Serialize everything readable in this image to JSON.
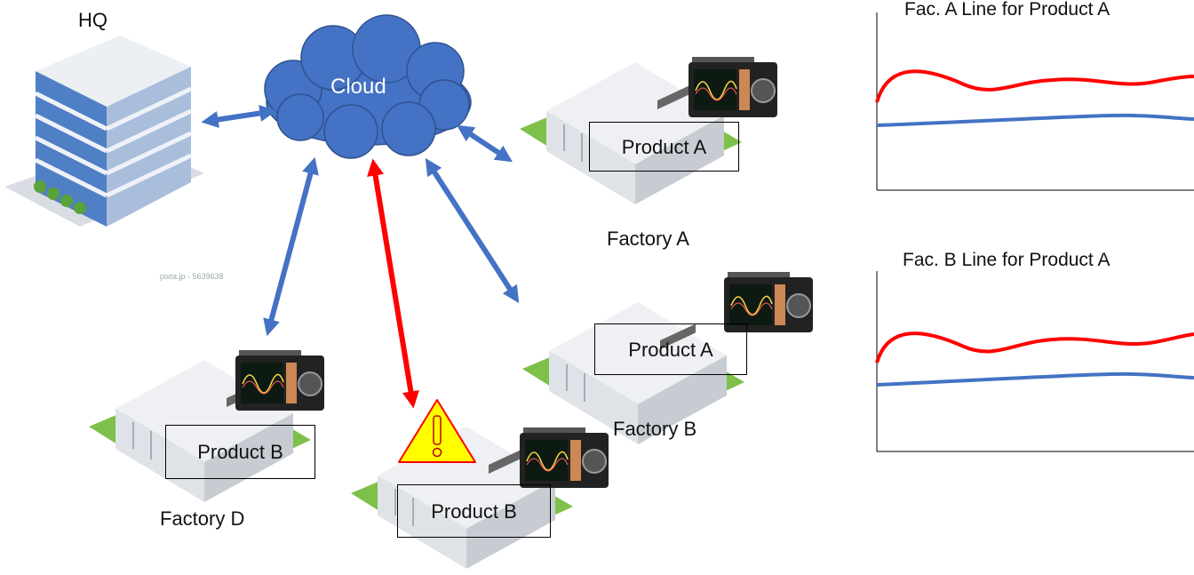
{
  "labels": {
    "hq": "HQ",
    "cloud": "Cloud",
    "factory_a": "Factory A",
    "factory_b": "Factory B",
    "factory_d": "Factory D",
    "hq_watermark": "pixta.jp - 5639638"
  },
  "product_tags": {
    "factory_a": "Product A",
    "factory_b": "Product A",
    "factory_d": "Product B",
    "factory_c": "Product B"
  },
  "charts": [
    {
      "title": "Fac. A Line for Product A"
    },
    {
      "title": "Fac. B Line for Product A"
    }
  ],
  "colors": {
    "link_normal": "#4472C4",
    "link_alert": "#FF0000",
    "cloud_fill": "#4472C4",
    "warning_fill": "#FFFF00",
    "warning_stroke": "#FF0000",
    "series_top": "#FF0000",
    "series_bottom": "#4472C4"
  }
}
